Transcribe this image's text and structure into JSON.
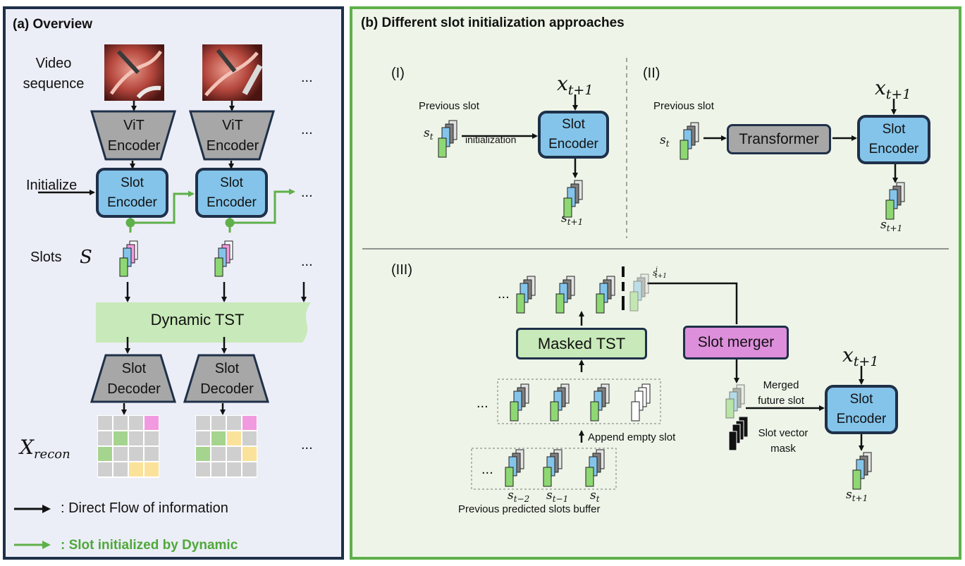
{
  "panel_a": {
    "title": "(a) Overview",
    "video_label_1": "Video",
    "video_label_2": "sequence",
    "vit_label_1": "ViT",
    "vit_label_2": "Encoder",
    "initialize": "Initialize",
    "slot_encoder_1": "Slot",
    "slot_encoder_2": "Encoder",
    "slots_label": "Slots",
    "slots_symbol": "S",
    "dynamic_tst": "Dynamic TST",
    "slot_decoder_1": "Slot",
    "slot_decoder_2": "Decoder",
    "recon_symbol": "X",
    "recon_sub": "recon",
    "ellipsis": "...",
    "legend_black": ": Direct Flow of information",
    "legend_green": ": Slot initialized by Dynamic"
  },
  "panel_b": {
    "title": "(b) Different slot initialization approaches",
    "I": {
      "label": "(I)",
      "x_symbol": "x",
      "x_sub": "t+1",
      "previous_slot": "Previous slot",
      "s_symbol": "s",
      "s_sub": "t",
      "initialization": "initialization",
      "slot_1": "Slot",
      "slot_2": "Encoder",
      "out_sub": "t+1"
    },
    "II": {
      "label": "(II)",
      "x_symbol": "x",
      "x_sub": "t+1",
      "previous_slot": "Previous slot",
      "s_symbol": "s",
      "s_sub": "t",
      "transformer": "Transformer",
      "slot_1": "Slot",
      "slot_2": "Encoder",
      "out_sub": "t+1"
    },
    "III": {
      "label": "(III)",
      "masked_tst": "Masked TST",
      "slot_merger": "Slot merger",
      "future_sup": "i",
      "future_sub": "t+1",
      "append": "Append empty slot",
      "buffer": "Previous predicted slots buffer",
      "sub_tm2": "t−2",
      "sub_tm1": "t−1",
      "sub_t": "t",
      "merged_1": "Merged",
      "merged_2": "future slot",
      "mask_1": "Slot vector",
      "mask_2": "mask",
      "x_symbol": "x",
      "x_sub": "t+1",
      "slot_1": "Slot",
      "slot_2": "Encoder",
      "out_sub": "t+1",
      "ellipsis": "..."
    }
  },
  "colors": {
    "navy": "#1f3049",
    "green_border": "#5fb04a",
    "slot_blue": "#84c4ea",
    "grey": "#a7a7a7",
    "tst_green": "#c8e9b9",
    "merger_pink": "#dd8fdb"
  }
}
